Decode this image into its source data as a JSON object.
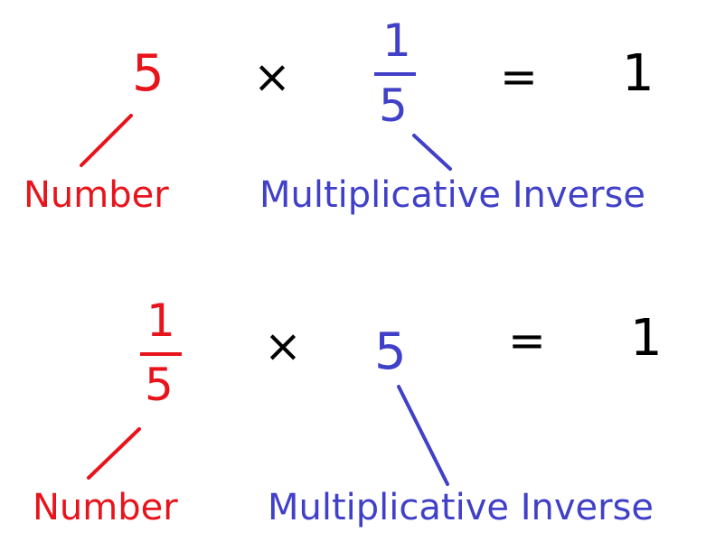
{
  "colors": {
    "number": "#e8141c",
    "inverse": "#4040c8",
    "operator": "#000000"
  },
  "equation1": {
    "number": "5",
    "times": "×",
    "inverse_numerator": "1",
    "inverse_denominator": "5",
    "equals": "=",
    "result": "1",
    "number_label": "Number",
    "inverse_label": "Multiplicative Inverse"
  },
  "equation2": {
    "number_numerator": "1",
    "number_denominator": "5",
    "times": "×",
    "inverse": "5",
    "equals": "=",
    "result": "1",
    "number_label": "Number",
    "inverse_label": "Multiplicative Inverse"
  }
}
